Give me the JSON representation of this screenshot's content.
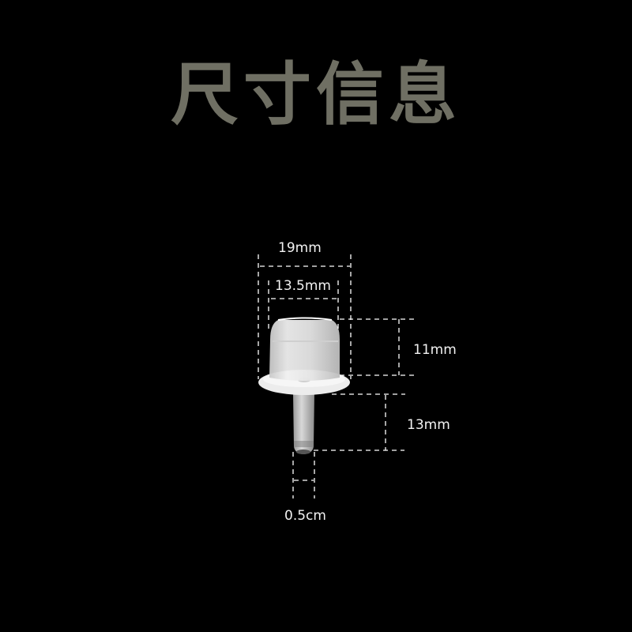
{
  "title": "尺寸信息",
  "colors": {
    "background": "#000000",
    "title": "#6f6f63",
    "dimension_line": "#ffffff",
    "label": "#f2f2f2",
    "part": "#e6e6e6"
  },
  "dimensions": {
    "outer_diameter": "19mm",
    "inner_diameter": "13.5mm",
    "cup_height": "11mm",
    "stem_length": "13mm",
    "stem_diameter": "0.5cm"
  }
}
